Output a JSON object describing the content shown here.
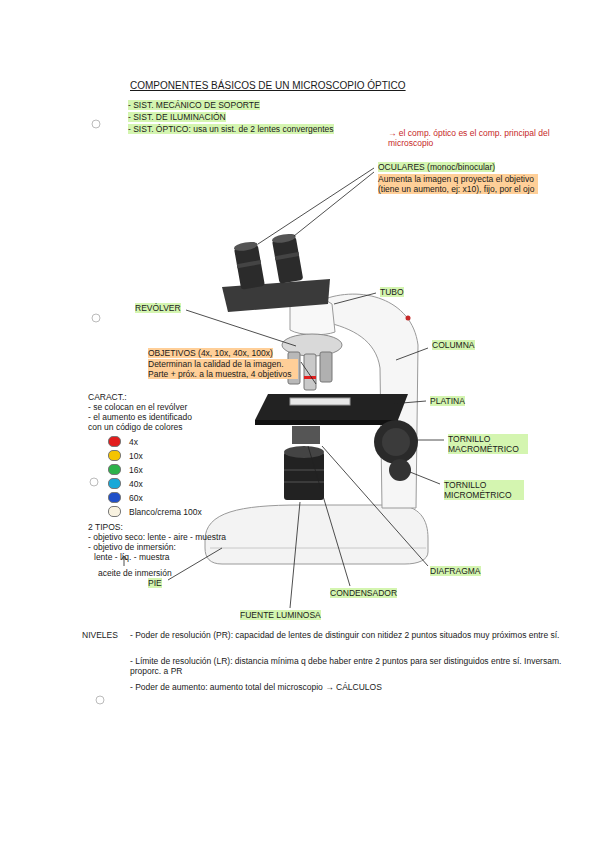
{
  "diagram": {
    "title": "COMPONENTES BÁSICOS DE UN MICROSCOPIO ÓPTICO",
    "labels": [
      "- SIST. MECÁNICO DE SOPORTE",
      "- SIST. DE ILUMINACIÓN",
      "- SIST. ÓPTICO: usa un sist. de 2 lentes convergentes",
      "→ el comp. óptico es el comp. principal del microscopio",
      "OCULARES (monoc/binocular)",
      "Aumenta la imagen q proyecta el objetivo (tiene un aumento, ej: x10), fijo, por el ojo",
      "TUBO",
      "REVÓLVER",
      "COLUMNA",
      "OBJETIVOS (4x, 10x, 40x, 100x)",
      "Determinan la calidad de la imagen. Parte + próx. a la muestra, 4 objetivos",
      "CARACT.:",
      "- se colocan en el revólver",
      "- el aumento es identificado con un código de colores",
      "2 TIPOS:",
      "- objetivo seco: lente - aire - muestra",
      "- objetivo de inmersión:",
      "lente - líq. - muestra",
      "aceite de inmersión",
      "PLATINA",
      "TORNILLO MACROMÉTRICO",
      "TORNILLO MICROMÉTRICO",
      "DIAFRAGMA",
      "CONDENSADOR",
      "PIE",
      "FUENTE LUMINOSA",
      "NIVELES",
      "- Poder de resolución (PR): capacidad de lentes de distinguir con nitidez 2 puntos situados muy próximos entre sí.",
      "- Límite de resolución (LR): distancia mínima q debe haber entre 2 puntos para ser distinguidos entre sí. Inversam. proporc. a PR",
      "- Poder de aumento: aumento total del microscopio → CÁLCULOS"
    ],
    "legend": [
      {
        "text": "4x",
        "color": "#e21d1d"
      },
      {
        "text": "10x",
        "color": "#f5c400"
      },
      {
        "text": "16x",
        "color": "#2db34a"
      },
      {
        "text": "40x",
        "color": "#18a8d8"
      },
      {
        "text": "60x",
        "color": "#1f4fc8"
      },
      {
        "text": "Blanco/crema 100x",
        "color": "#f8f2e0"
      }
    ]
  }
}
